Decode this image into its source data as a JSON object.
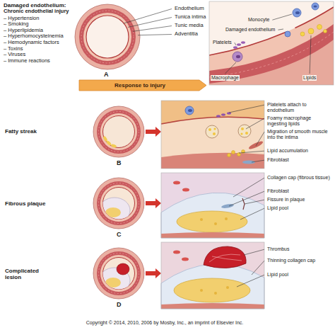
{
  "diagram": {
    "nodes": [
      {
        "text": [
          "Response to injury"
        ]
      }
    ],
    "labels": [
      "Damaged endothelium:",
      "Chronic endothelial injury",
      "– Hypertension",
      "– Smoking",
      "– Hyperlipidemia",
      "– Hyperhomocysteinemia",
      "– Hemodynamic factors",
      "– Toxins",
      "– Viruses",
      "– Immune reactions",
      "Endothelium",
      "Tunica intima",
      "Tunic media",
      "Adventitia",
      "Monocyte",
      "Damaged endothelium",
      "Platelets",
      "Macrophage",
      "Lipids",
      "A",
      "Fatty streak",
      "B",
      "Platelets attach to endothelium",
      "Foamy macrophage ingesting lipids",
      "Migration of smooth muscle into the intima",
      "Lipid accumulation",
      "Fibroblast",
      "Fibrous plaque",
      "C",
      "Collagen cap (fibrous tissue)",
      "Fibroblast",
      "Fissure in plaque",
      "Lipid pool",
      "Complicated lesion",
      "D",
      "Thrombus",
      "Thinning collagen cap",
      "Lipid pool",
      "Copyright © 2014, 2010, 2006 by Mosby, Inc., an imprint of Elsevier Inc."
    ]
  }
}
